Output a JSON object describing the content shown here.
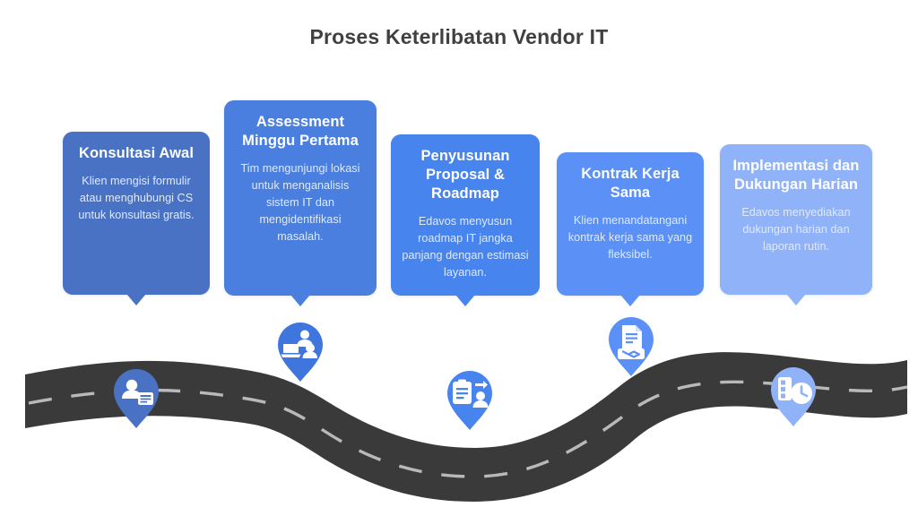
{
  "header": {
    "title": "Proses Keterlibatan Vendor IT"
  },
  "theme": {
    "background": "#ffffff",
    "title_color": "#404040",
    "road_color": "#3a3a3a",
    "road_dash_color": "#b9b9b9",
    "card_text_color": "#ffffff",
    "card_body_color": "#dfeafb",
    "pin_icon_color": "#ffffff"
  },
  "steps": [
    {
      "index": 1,
      "title": "Konsultasi Awal",
      "body": "Klien mengisi formulir atau menghubungi CS untuk konsultasi gratis.",
      "card_color": "#4a72c4",
      "pin_color": "#4a72c4",
      "icon": "user-form-icon"
    },
    {
      "index": 2,
      "title": "Assessment Minggu Pertama",
      "body": "Tim mengunjungi lokasi untuk menganalisis sistem IT dan mengidentifikasi masalah.",
      "card_color": "#4a7fe0",
      "pin_color": "#3f76de",
      "icon": "team-laptop-icon"
    },
    {
      "index": 3,
      "title": "Penyusunan Proposal & Roadmap",
      "body": "Edavos menyusun roadmap IT jangka panjang dengan estimasi layanan.",
      "card_color": "#4884ed",
      "pin_color": "#4884ed",
      "icon": "clipboard-person-icon"
    },
    {
      "index": 4,
      "title": "Kontrak Kerja Sama",
      "body": "Klien menandatangani kontrak kerja sama yang fleksibel.",
      "card_color": "#5b91f7",
      "pin_color": "#5b91f7",
      "icon": "contract-handshake-icon"
    },
    {
      "index": 5,
      "title": "Implementasi dan Dukungan Harian",
      "body": "Edavos menyediakan dukungan harian dan laporan rutin.",
      "card_color": "#90b2f8",
      "pin_color": "#90b2f8",
      "icon": "checklist-clock-icon"
    }
  ]
}
